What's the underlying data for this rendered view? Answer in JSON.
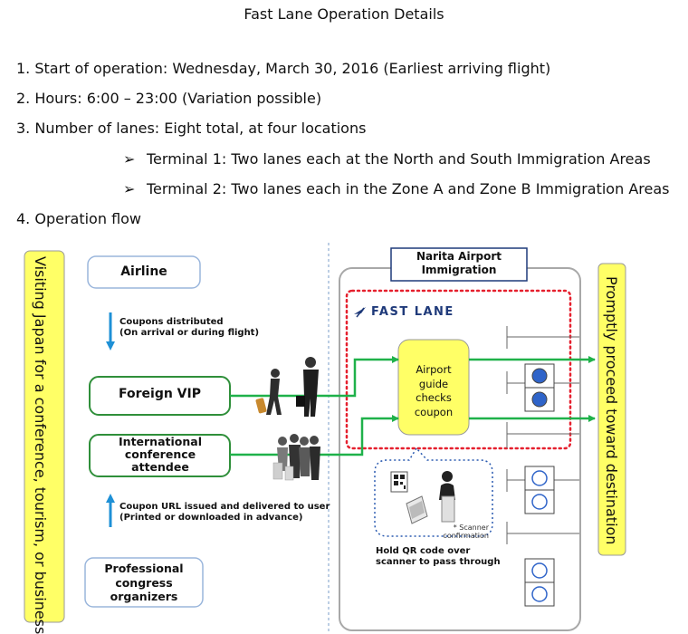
{
  "title": "Fast Lane Operation Details",
  "details": {
    "start": "1. Start of operation: Wednesday, March 30, 2016 (Earliest arriving flight)",
    "hours": "2. Hours: 6:00 – 23:00 (Variation possible)",
    "lanes": "3. Number of lanes: Eight total, at four locations",
    "terminal1": "Terminal 1: Two lanes each at the North and South Immigration Areas",
    "terminal2": "Terminal 2: Two lanes each in the Zone A and Zone B Immigration Areas",
    "flow": "4. Operation flow"
  },
  "diagram": {
    "left_bar": "Visiting Japan for a conference, tourism, or business",
    "right_bar": "Promptly proceed toward destination",
    "airline": "Airline",
    "coupons_distributed": "Coupons distributed",
    "coupons_distributed_sub": "(On arrival or during flight)",
    "foreign_vip": "Foreign VIP",
    "conference_attendee": "International conference attendee",
    "coupon_url": "Coupon URL issued and delivered to user",
    "coupon_url_sub": "(Printed or downloaded in advance)",
    "organizers": "Professional congress organizers",
    "immigration": "Narita Airport Immigration",
    "fast_lane": "FAST LANE",
    "guide_checks": "Airport guide checks coupon",
    "scanner_note": "* Scanner confirmation",
    "hold_qr": "Hold QR code over scanner to pass through"
  },
  "colors": {
    "yellow": "#ffff66",
    "green": "#1fb14a",
    "green_box": "#2f8f3a",
    "blue_arrow": "#1e90d6",
    "red_dashed": "#e5202e",
    "booth_blue": "#2f64c9",
    "navy": "#1f3a7a"
  }
}
